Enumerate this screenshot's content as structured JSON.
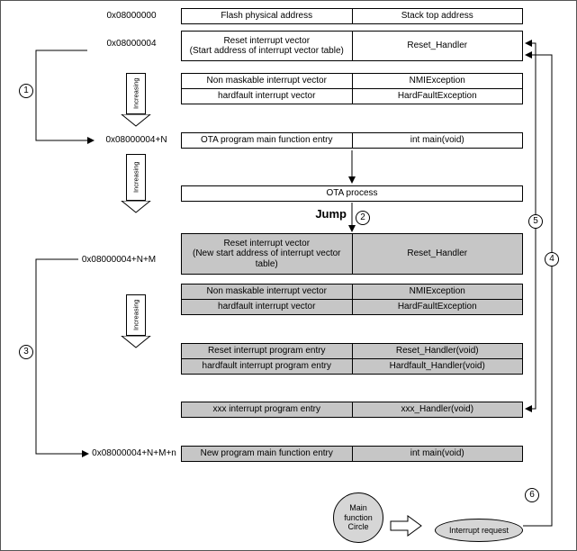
{
  "colors": {
    "row_gray": "#c6c6c6",
    "shape_gray": "#d6d6d6"
  },
  "badges": {
    "s1": "1",
    "s2": "2",
    "s3": "3",
    "s4": "4",
    "s5": "5",
    "s6": "6"
  },
  "addresses": {
    "flash_base": "0x08000000",
    "vector_base": "0x08000004",
    "ota_main_entry": "0x08000004+N",
    "new_vector_base": "0x08000004+N+M",
    "new_main_entry": "0x08000004+N+M+n"
  },
  "increasing_label": "Increasing",
  "jump_label": "Jump",
  "original_table": {
    "rows": [
      {
        "left": "Flash physical address",
        "right": "Stack top address"
      },
      {
        "left": "Reset interrupt vector\n(Start address of interrupt vector table)",
        "right": "Reset_Handler"
      },
      {
        "left": "Non maskable interrupt vector",
        "right": "NMIException"
      },
      {
        "left": "hardfault interrupt vector",
        "right": "HardFaultException"
      },
      {
        "left": "OTA program main function entry",
        "right": "int main(void)"
      }
    ]
  },
  "ota_process_label": "OTA process",
  "new_table": {
    "rows": [
      {
        "left": "Reset interrupt vector\n(New start address of interrupt vector\ntable)",
        "right": "Reset_Handler"
      },
      {
        "left": "Non maskable interrupt vector",
        "right": "NMIException"
      },
      {
        "left": "hardfault interrupt vector",
        "right": "HardFaultException"
      },
      {
        "left": "Reset interrupt program entry",
        "right": "Reset_Handler(void)"
      },
      {
        "left": "hardfault interrupt program entry",
        "right": "Hardfault_Handler(void)"
      },
      {
        "left": "xxx interrupt program entry",
        "right": "xxx_Handler(void)"
      },
      {
        "left": "New program main function entry",
        "right": "int main(void)"
      }
    ]
  },
  "bottom": {
    "main_circle": "Main\nfunction\nCircle",
    "interrupt_request": "Interrupt request"
  }
}
